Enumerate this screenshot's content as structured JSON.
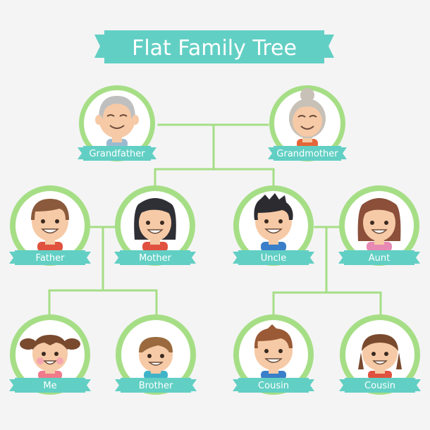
{
  "title": "Flat Family Tree",
  "colors": {
    "banner": "#62cfc4",
    "banner_fold": "#3aa99d",
    "ring": "#a6de86",
    "line": "#a6de86",
    "background": "#f4f4f4"
  },
  "members": {
    "grandfather": "Grandfather",
    "grandmother": "Grandmother",
    "father": "Father",
    "mother": "Mother",
    "uncle": "Uncle",
    "aunt": "Aunt",
    "me": "Me",
    "brother": "Brother",
    "cousin1": "Cousin",
    "cousin2": "Cousin"
  }
}
